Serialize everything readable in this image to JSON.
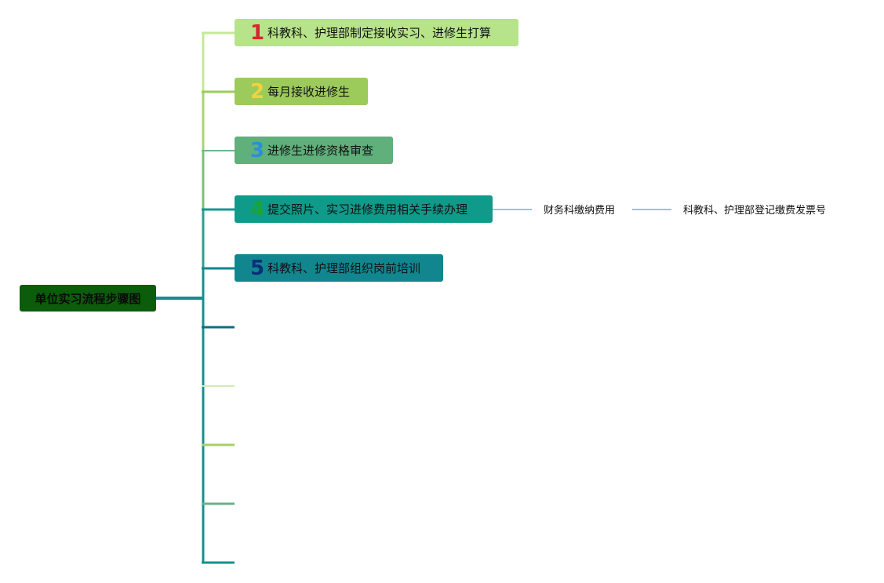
{
  "root": {
    "label": "单位实习流程步骤图"
  },
  "colors": {
    "root_bg": "#0b5c0b",
    "step1_bg": "#b7e38a",
    "step2_bg": "#9ccb5c",
    "step3_bg": "#5fb07a",
    "step4_bg": "#0f9a8a",
    "step5_bg": "#11868f",
    "num1": "#d8262e",
    "num2": "#f4d03f",
    "num3": "#2a8fd6",
    "num4": "#1aa33b",
    "num5": "#0a2f7a"
  },
  "steps": [
    {
      "num": "1",
      "label": "科教科、护理部制定接收实习、进修生打算"
    },
    {
      "num": "2",
      "label": "每月接收进修生"
    },
    {
      "num": "3",
      "label": "进修生进修资格审查"
    },
    {
      "num": "4",
      "label": "提交照片、实习进修费用相关手续办理"
    },
    {
      "num": "5",
      "label": "科教科、护理部组织岗前培训"
    }
  ],
  "step4_children": [
    {
      "label": "财务科缴纳费用"
    },
    {
      "label": "科教科、护理部登记缴费发票号"
    }
  ]
}
